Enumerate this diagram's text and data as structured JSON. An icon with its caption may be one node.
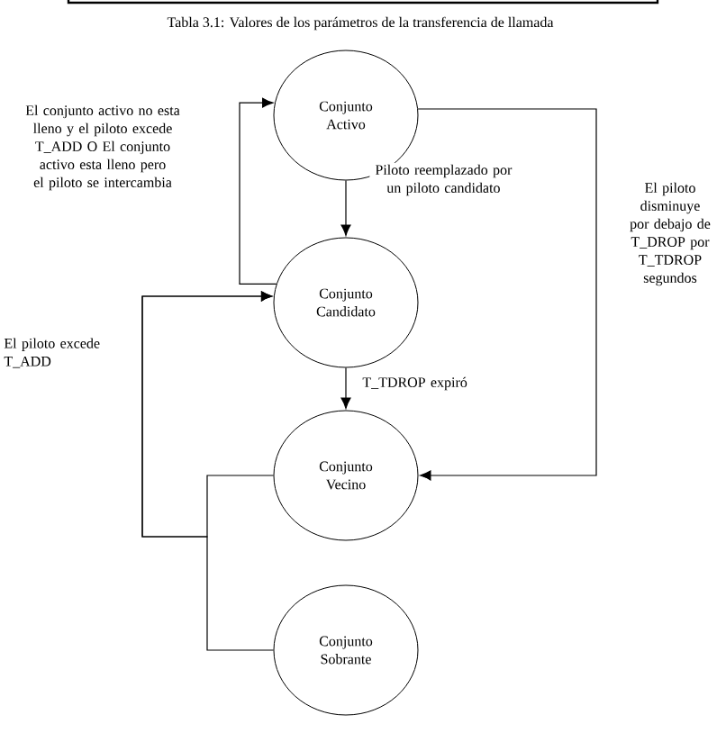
{
  "diagram": {
    "title": "Tabla 3.1: Valores de los parámetros de la transferencia de llamada",
    "nodes": [
      {
        "text": [
          "Conjunto Activo"
        ]
      },
      {
        "text": [
          "Conjunto Candidato"
        ]
      },
      {
        "text": [
          "Conjunto Vecino"
        ]
      },
      {
        "text": [
          "Conjunto Sobrante"
        ]
      }
    ],
    "edges": [
      {
        "from": 0,
        "to": 1,
        "arrow": "to",
        "label": "Piloto reemplazado por un piloto candidato"
      },
      {
        "from": 1,
        "to": 0,
        "arrow": "to",
        "label": "El conjunto activo no esta lleno y el piloto excede T_ADD O El conjunto activo esta lleno pero el piloto se intercambia"
      },
      {
        "from": 0,
        "to": 2,
        "arrow": "to",
        "label": "El piloto disminuye por debajo de T_DROP por T_TDROP segundos"
      },
      {
        "from": 1,
        "to": 2,
        "arrow": "to",
        "label": "T_TDROP expiró"
      },
      {
        "from": 2,
        "to": 1,
        "arrow": "to",
        "label": "El piloto excede T_ADD"
      },
      {
        "from": 3,
        "to": 1,
        "arrow": "to"
      }
    ]
  }
}
